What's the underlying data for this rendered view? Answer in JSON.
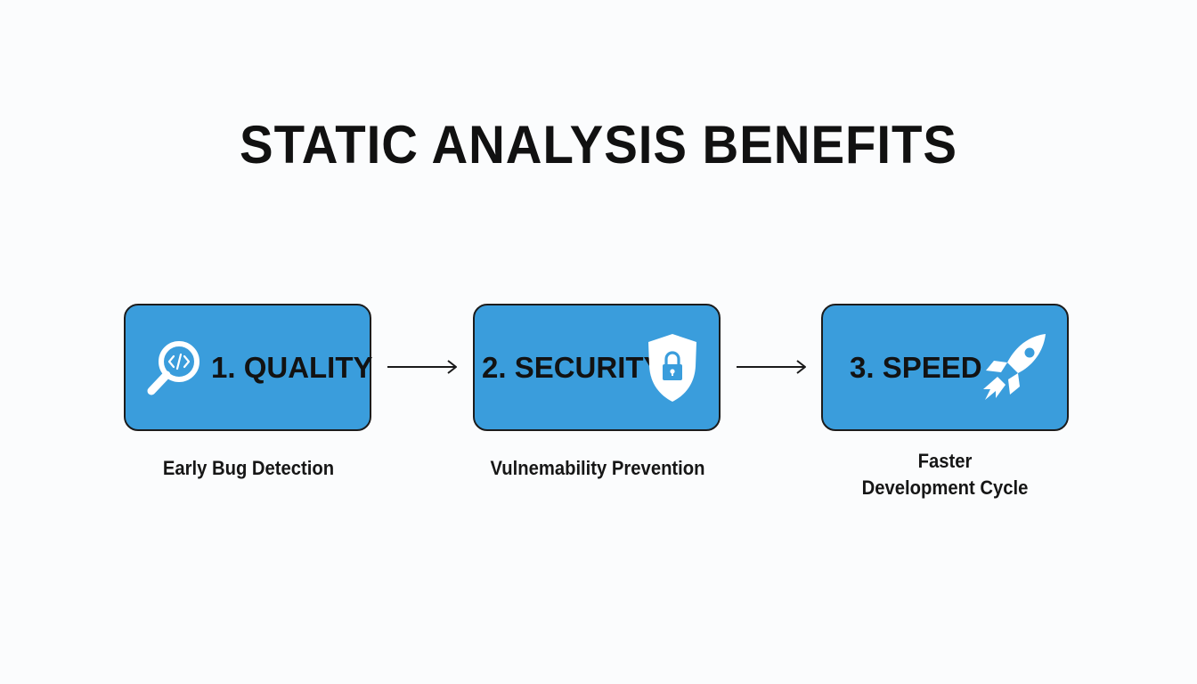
{
  "title": "STATIC ANALYSIS BENEFITS",
  "colors": {
    "box_fill": "#3a9ddc",
    "box_border": "#1c1c1c",
    "text": "#121212",
    "icon_fill": "#ffffff"
  },
  "steps": [
    {
      "label": "1. QUALITY",
      "icon": "magnifier-code-icon",
      "caption": [
        "Early Bug Detection"
      ]
    },
    {
      "label": "2. SECURITY",
      "icon": "shield-lock-icon",
      "caption": [
        "Vulnemability Prevention"
      ]
    },
    {
      "label": "3. SPEED",
      "icon": "rocket-icon",
      "caption": [
        "Faster",
        "Development Cycle"
      ]
    }
  ]
}
